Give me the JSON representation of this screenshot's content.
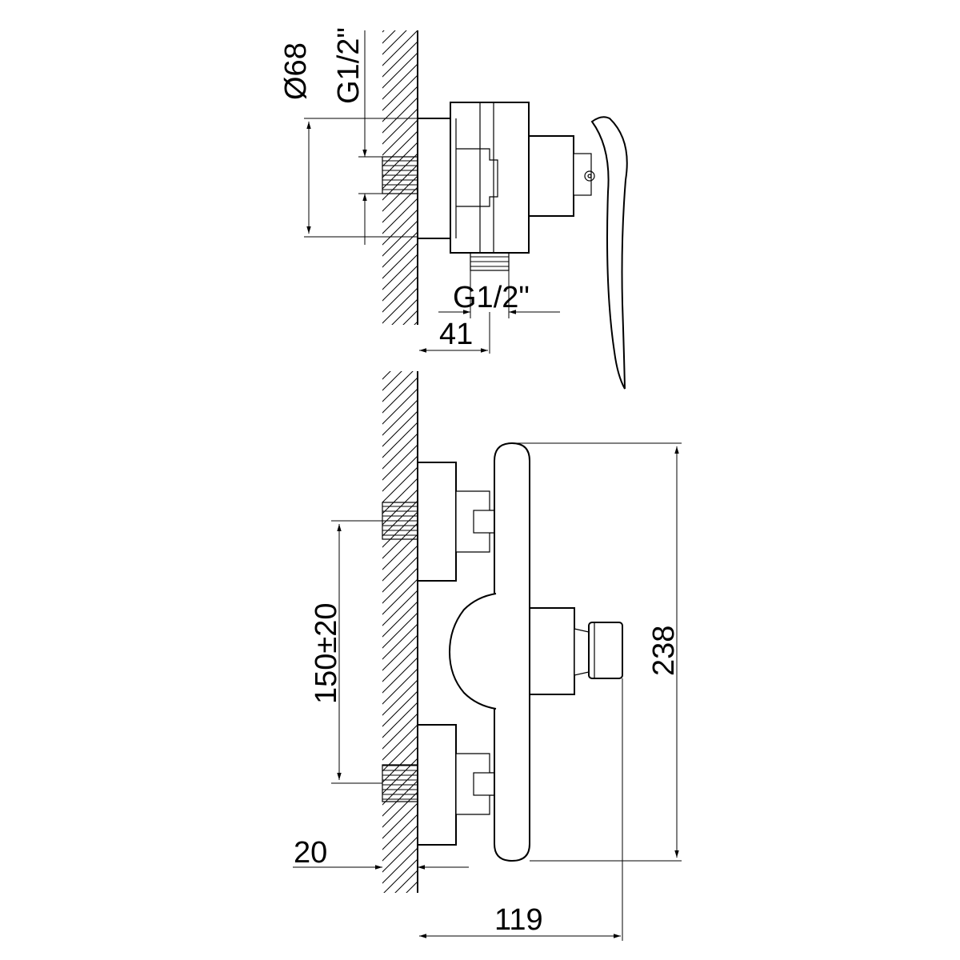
{
  "dimensions": {
    "diameter": "Ø68",
    "inlet_thread": "G1/2\"",
    "outlet_thread": "G1/2\"",
    "outlet_offset": "41",
    "inlet_spacing": "150±20",
    "height": "238",
    "wall_offset": "20",
    "projection": "119"
  }
}
